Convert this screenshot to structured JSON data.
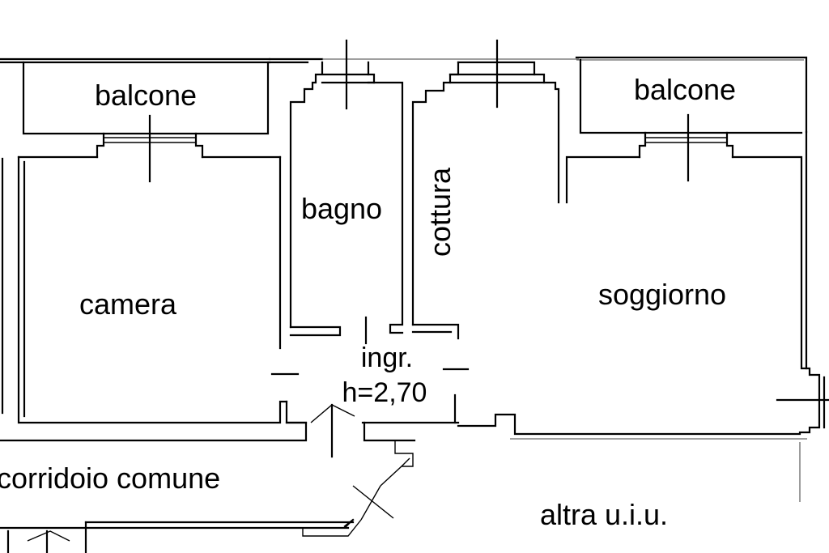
{
  "rooms": {
    "balcone_left": "balcone",
    "balcone_right": "balcone",
    "bagno": "bagno",
    "cottura": "cottura",
    "camera": "camera",
    "soggiorno": "soggiorno",
    "ingresso": "ingr.",
    "height": "h=2,70",
    "corridoio": "corridoio comune",
    "altra": "altra u.i.u."
  },
  "colors": {
    "line": "#000000",
    "background": "#ffffff",
    "grey_line": "#666666"
  }
}
